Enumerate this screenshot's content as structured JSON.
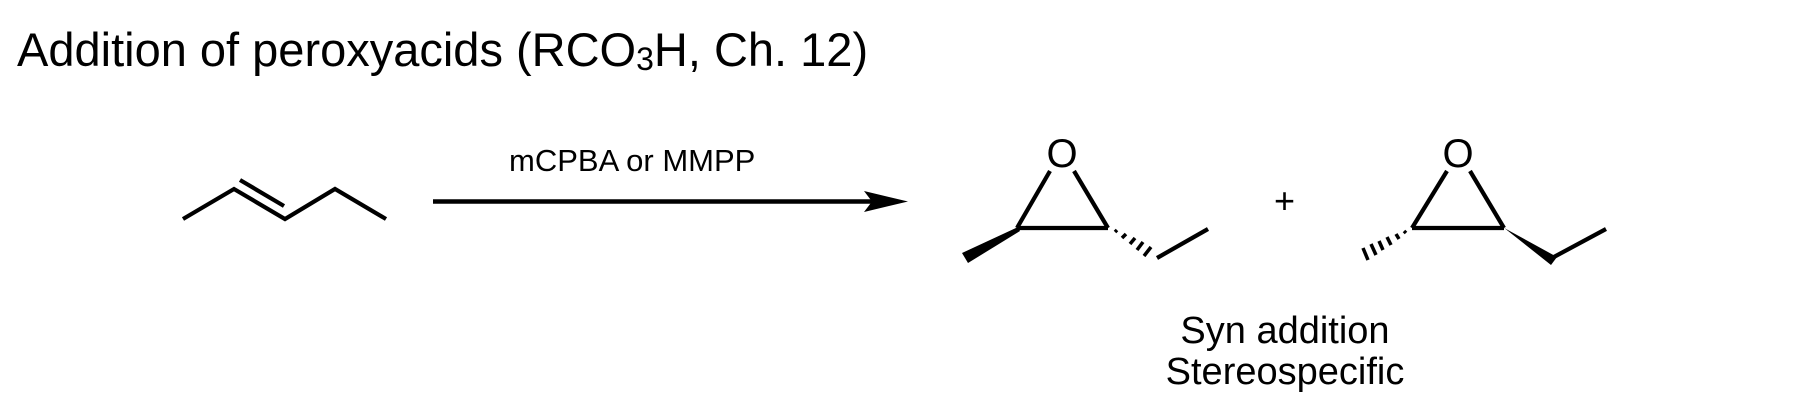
{
  "title": {
    "prefix": "Addition of peroxyacids (RCO",
    "subscript": "3",
    "suffix": "H, Ch. 12)"
  },
  "reaction": {
    "reactant": {
      "name": "trans-2-pentene",
      "drawing": "skeletal"
    },
    "reagent_label": "mCPBA or MMPP",
    "arrow": "reaction-arrow-right",
    "plus_sign": "+",
    "products": [
      {
        "name": "epoxide-enantiomer-1",
        "heteroatom_label": "O",
        "left_substituent": "methyl (wedge)",
        "right_substituent": "ethyl (hash)"
      },
      {
        "name": "epoxide-enantiomer-2",
        "heteroatom_label": "O",
        "left_substituent": "methyl (hash)",
        "right_substituent": "ethyl (wedge)"
      }
    ]
  },
  "notes": {
    "line1": "Syn addition",
    "line2": "Stereospecific"
  },
  "colors": {
    "ink": "#000000",
    "background": "#ffffff"
  }
}
